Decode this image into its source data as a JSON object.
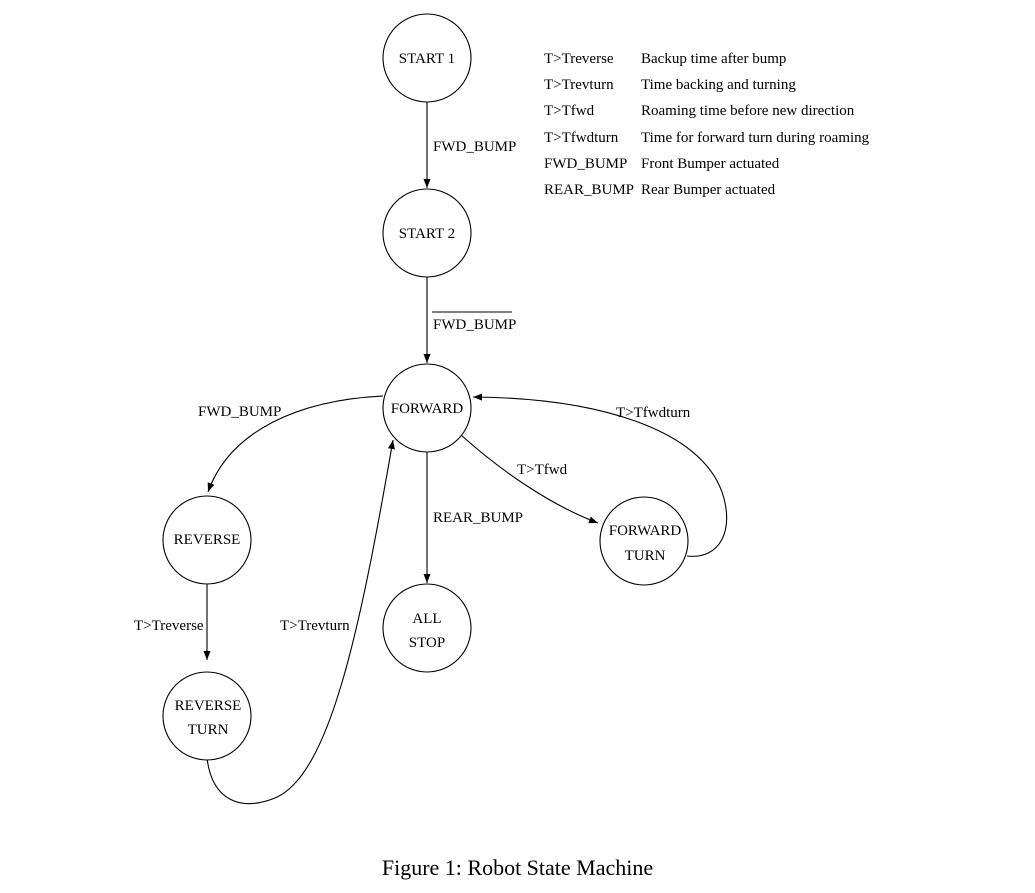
{
  "states": [
    {
      "id": "start1",
      "lines": [
        "START 1"
      ]
    },
    {
      "id": "start2",
      "lines": [
        "START 2"
      ]
    },
    {
      "id": "forward",
      "lines": [
        "FORWARD"
      ]
    },
    {
      "id": "reverse",
      "lines": [
        "REVERSE"
      ]
    },
    {
      "id": "reverse_turn",
      "lines": [
        "REVERSE",
        "TURN"
      ]
    },
    {
      "id": "all_stop",
      "lines": [
        "ALL",
        "STOP"
      ]
    },
    {
      "id": "forward_turn",
      "lines": [
        "FORWARD",
        "TURN"
      ]
    }
  ],
  "transitions": [
    {
      "id": "start1_start2",
      "from": "start1",
      "to": "start2",
      "label": "FWD_BUMP",
      "negated": false
    },
    {
      "id": "start2_forward",
      "from": "start2",
      "to": "forward",
      "label": "FWD_BUMP",
      "negated": true
    },
    {
      "id": "forward_reverse",
      "from": "forward",
      "to": "reverse",
      "label": "FWD_BUMP",
      "negated": false
    },
    {
      "id": "reverse_reverseturn",
      "from": "reverse",
      "to": "reverse_turn",
      "label": "T>Treverse",
      "negated": false
    },
    {
      "id": "reverseturn_forward",
      "from": "reverse_turn",
      "to": "forward",
      "label": "T>Trevturn",
      "negated": false
    },
    {
      "id": "forward_allstop",
      "from": "forward",
      "to": "all_stop",
      "label": "REAR_BUMP",
      "negated": false
    },
    {
      "id": "forward_forwardturn",
      "from": "forward",
      "to": "forward_turn",
      "label": "T>Tfwd",
      "negated": false
    },
    {
      "id": "forwardturn_forward",
      "from": "forward_turn",
      "to": "forward",
      "label": "T>Tfwdturn",
      "negated": false
    }
  ],
  "legend": [
    {
      "term": "T>Treverse",
      "desc": "Backup time after bump"
    },
    {
      "term": "T>Trevturn",
      "desc": "Time backing and turning"
    },
    {
      "term": "T>Tfwd",
      "desc": "Roaming time before new direction"
    },
    {
      "term": "T>Tfwdturn",
      "desc": "Time for forward turn during roaming"
    },
    {
      "term": "FWD_BUMP",
      "desc": "Front Bumper actuated"
    },
    {
      "term": "REAR_BUMP",
      "desc": "Rear Bumper actuated"
    }
  ],
  "caption": "Figure 1: Robot State Machine"
}
